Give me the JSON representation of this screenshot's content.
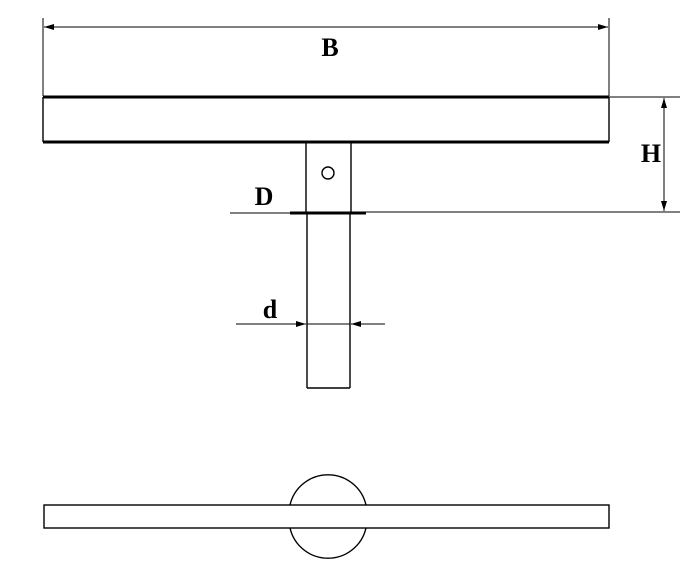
{
  "labels": {
    "B": "B",
    "H": "H",
    "D": "D",
    "d": "d"
  },
  "colors": {
    "line": "#000000",
    "background": "#ffffff"
  }
}
